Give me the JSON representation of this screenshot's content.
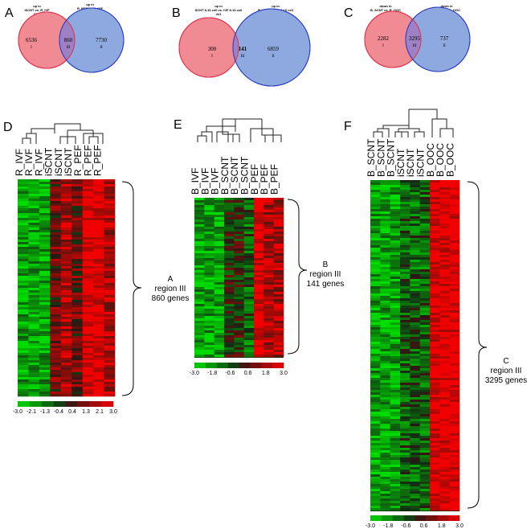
{
  "venns": [
    {
      "id": "A",
      "left_title": [
        "up in",
        "iSCNT vs. R_IVF",
        "7396"
      ],
      "right_title": [
        "up in",
        "R_PEF vs. R_IVF",
        "8590"
      ],
      "left_only": "6536",
      "left_roman": "I",
      "overlap": "860",
      "overlap_roman": "III",
      "right_only": "7730",
      "right_roman": "II"
    },
    {
      "id": "B",
      "left_title": [
        "up in",
        "SCNT 8-16 cell vs. IVF 8-16 cell",
        "441"
      ],
      "right_title": [
        "up in",
        "B_PEF vs. IVF 8-16 cell",
        "7000"
      ],
      "left_only": "300",
      "left_roman": "I",
      "overlap": "141",
      "overlap_roman": "III",
      "right_only": "6859",
      "right_roman": "II"
    },
    {
      "id": "C",
      "left_title": [
        "down in",
        "B_SCNT vs. B_OOC",
        "5577"
      ],
      "right_title": [
        "down in",
        "iSCNT vs. B_OOC",
        "4032"
      ],
      "left_only": "2282",
      "left_roman": "I",
      "overlap": "3295",
      "overlap_roman": "III",
      "right_only": "737",
      "right_roman": "II"
    }
  ],
  "heatmaps": [
    {
      "id": "D",
      "samples": [
        "R_IVF",
        "R_IVF",
        "R_IVF",
        "iSCNT",
        "iSCNT",
        "iSCNT",
        "R_PEF",
        "R_PEF",
        "R_PEF"
      ],
      "annotation": [
        "A",
        "region III",
        "860 genes"
      ],
      "colorbar": [
        "-3.0",
        "-2.1",
        "-1.3",
        "-0.4",
        "0.4",
        "1.3",
        "2.1",
        "3.0"
      ]
    },
    {
      "id": "E",
      "samples": [
        "B_IVF",
        "B_IVF",
        "B_IVF",
        "B_SCNT",
        "B_SCNT",
        "B_SCNT",
        "B_PEF",
        "B_PEF",
        "B_PEF"
      ],
      "annotation": [
        "B",
        "region III",
        "141 genes"
      ],
      "colorbar": [
        "-3.0",
        "-1.8",
        "-0.6",
        "0.6",
        "1.8",
        "3.0"
      ]
    },
    {
      "id": "F",
      "samples": [
        "B_SCNT",
        "B_SCNT",
        "B_SCNT",
        "iSCNT",
        "iSCNT",
        "iSCNT",
        "B_OOC",
        "B_OOC",
        "B_OOC"
      ],
      "annotation": [
        "C",
        "region III",
        "3295 genes"
      ],
      "colorbar": [
        "-3.0",
        "-1.8",
        "-0.6",
        "0.6",
        "1.8",
        "3.0"
      ]
    }
  ],
  "colors": {
    "venn_left": "#f08a93",
    "venn_right": "#8ea8e0",
    "venn_overlap": "#9e80c4",
    "venn_left_stroke": "#e0304a",
    "venn_right_stroke": "#2a3cc0"
  }
}
